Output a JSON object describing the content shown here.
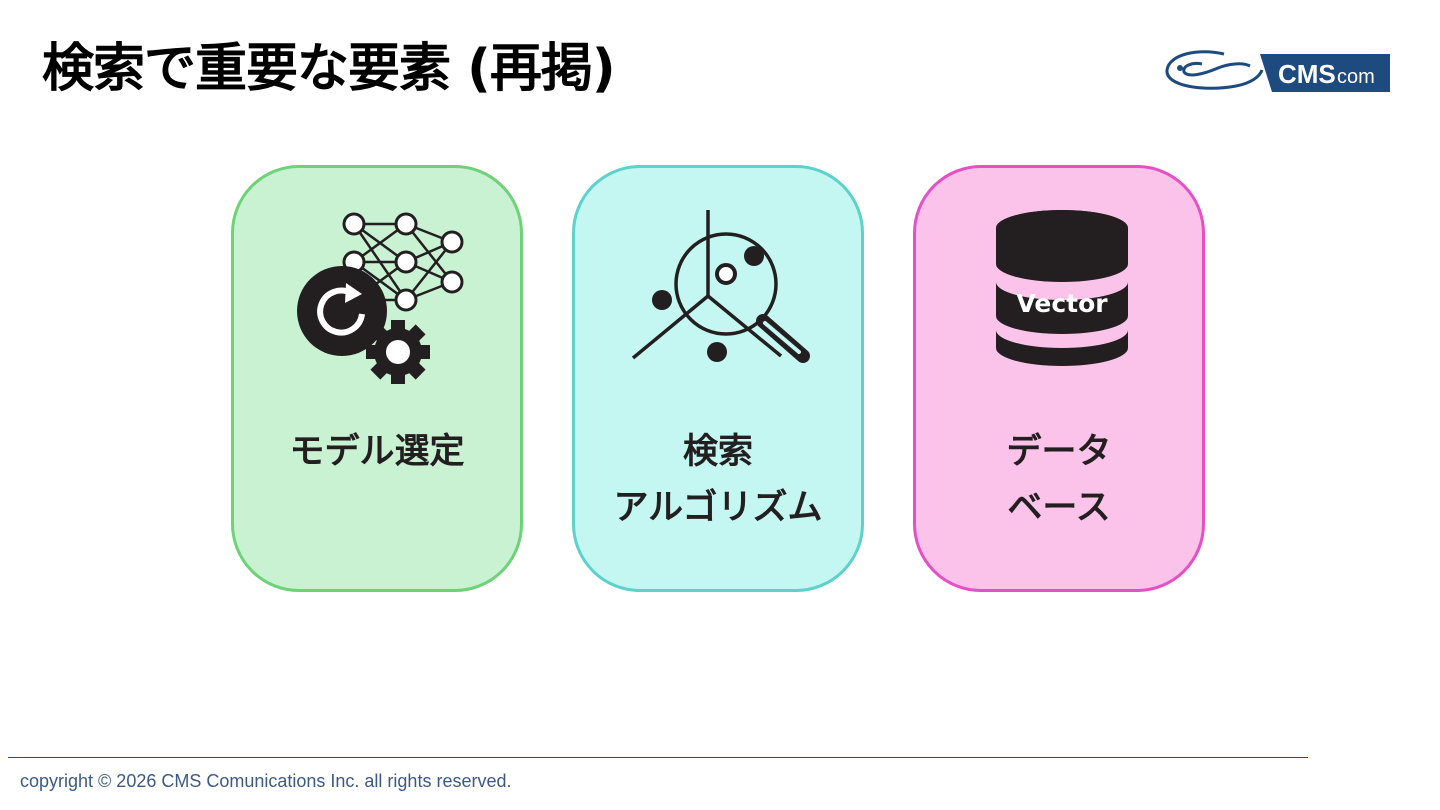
{
  "slide": {
    "title": "検索で重要な要素 (再掲)"
  },
  "logo": {
    "brand": "CMS",
    "suffix": "com"
  },
  "cards": [
    {
      "label_lines": [
        "モデル選定"
      ],
      "icon": "neural-network-gear-icon",
      "bg": "#c9f2d3",
      "border": "#6fd178"
    },
    {
      "label_lines": [
        "検索",
        "アルゴリズム"
      ],
      "icon": "vector-search-magnifier-icon",
      "bg": "#c5f7f2",
      "border": "#5cd2cb"
    },
    {
      "label_lines": [
        "データ",
        "ベース"
      ],
      "icon": "vector-database-icon",
      "icon_text": "Vector",
      "bg": "#fcc3ea",
      "border": "#e650c5"
    }
  ],
  "footer": {
    "copyright": "copyright © 2026 CMS Comunications Inc. all rights reserved."
  },
  "colors": {
    "icon": "#231f20",
    "logo_blue": "#1d4b7f",
    "footer": "#3c5a85"
  }
}
